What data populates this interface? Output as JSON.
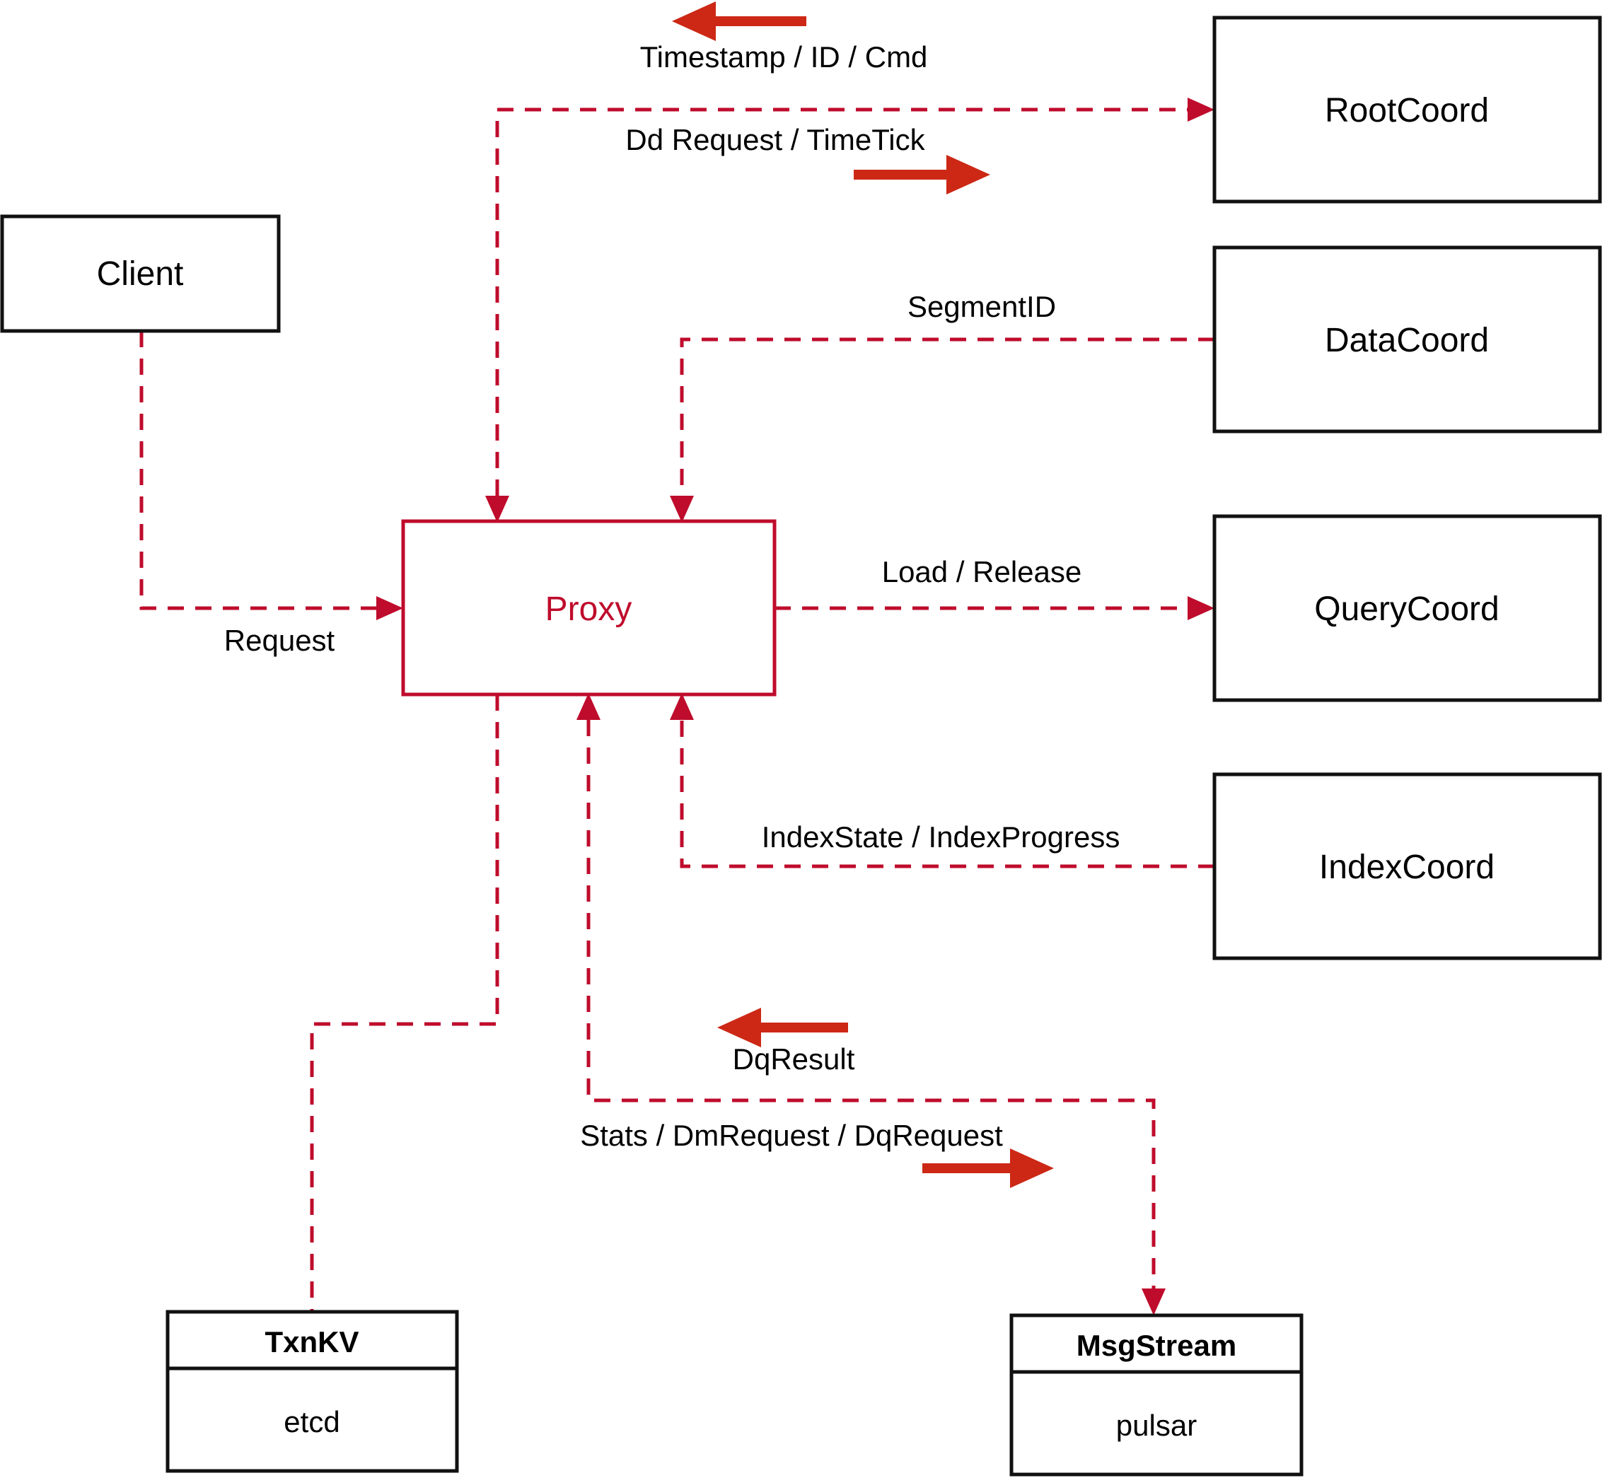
{
  "nodes": {
    "client": {
      "label": "Client"
    },
    "proxy": {
      "label": "Proxy"
    },
    "root_coord": {
      "label": "RootCoord"
    },
    "data_coord": {
      "label": "DataCoord"
    },
    "query_coord": {
      "label": "QueryCoord"
    },
    "index_coord": {
      "label": "IndexCoord"
    },
    "txn_kv": {
      "title": "TxnKV",
      "subtitle": "etcd"
    },
    "msg_stream": {
      "title": "MsgStream",
      "subtitle": "pulsar"
    }
  },
  "edges": {
    "request": {
      "label": "Request"
    },
    "timestamp": {
      "label": "Timestamp / ID / Cmd"
    },
    "dd_request": {
      "label": "Dd Request / TimeTick"
    },
    "segment_id": {
      "label": "SegmentID"
    },
    "load_release": {
      "label": "Load / Release"
    },
    "index_state": {
      "label": "IndexState / IndexProgress"
    },
    "dq_result": {
      "label": "DqResult"
    },
    "stats": {
      "label": "Stats / DmRequest / DqRequest"
    }
  },
  "colors": {
    "line": "#bf0c2c",
    "arrow": "#cc2815",
    "border": "#111111",
    "text": "#000000"
  }
}
